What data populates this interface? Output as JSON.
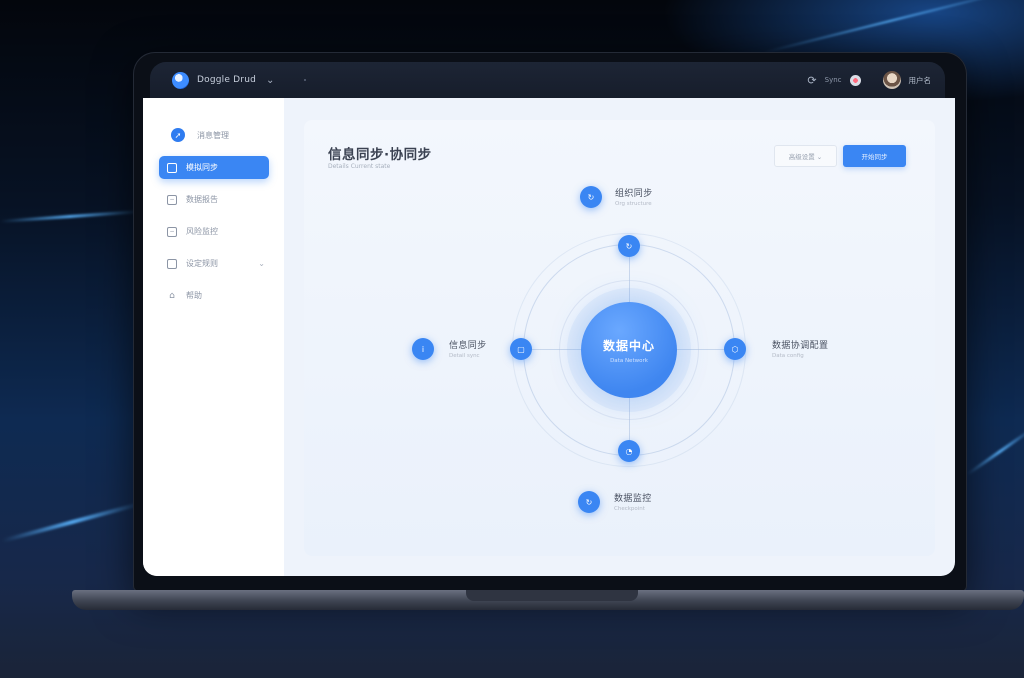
{
  "app": {
    "brand_name": "Doggle Drud",
    "brand_chevron": "⌄",
    "toolbar_right": {
      "refresh_label": "Sync",
      "username": "用户名"
    }
  },
  "sidebar": {
    "header_label": "消息管理",
    "items": [
      {
        "label": "模拟同步",
        "icon": "▢",
        "active": true
      },
      {
        "label": "数据报告",
        "icon": "−",
        "active": false
      },
      {
        "label": "风险监控",
        "icon": "−",
        "active": false
      },
      {
        "label": "设定规则",
        "icon": "▣",
        "active": false,
        "has_caret": true
      },
      {
        "label": "帮助",
        "icon": "⌂",
        "active": false
      }
    ]
  },
  "main": {
    "title": "信息同步·协同步",
    "subtitle": "Details Current state",
    "secondary_button": "高级设置 ⌄",
    "primary_button": "开始同步"
  },
  "diagram": {
    "hub": {
      "title": "数据中心",
      "subtitle": "Data Network"
    },
    "nodes": [
      {
        "position": "top",
        "title": "组织同步",
        "subtitle": "Org structure",
        "icon": "↻"
      },
      {
        "position": "left",
        "title": "信息同步",
        "subtitle": "Detail sync",
        "icon": "i"
      },
      {
        "position": "right",
        "title": "数据协调配置",
        "subtitle": "Data config",
        "icon": "⊙"
      },
      {
        "position": "bottom",
        "title": "数据监控",
        "subtitle": "Checkpoint",
        "icon": "◔"
      }
    ],
    "accent_color": "#3a86f3"
  }
}
